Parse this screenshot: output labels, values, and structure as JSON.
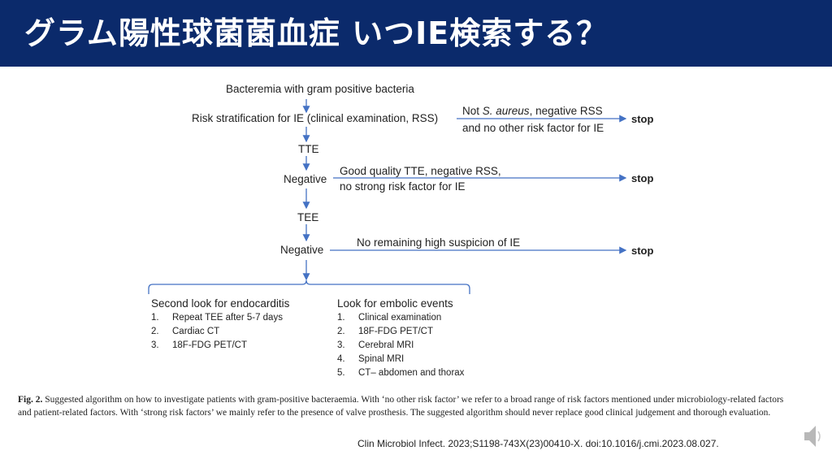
{
  "title": "グラム陽性球菌菌血症 いつIE検索する？",
  "flow": {
    "n1": "Bacteremia with gram positive bacteria",
    "n2": "Risk stratification for IE (clinical examination, RSS)",
    "n3": "TTE",
    "n4": "Negative",
    "n5": "TEE",
    "n6": "Negative",
    "branch1": {
      "line1_pre": "Not ",
      "line1_em": "S. aureus",
      "line1_post": ", negative RSS",
      "line2": "and no other risk factor for IE",
      "stop": "stop"
    },
    "branch2": {
      "line1": "Good quality TTE, negative RSS,",
      "line2": "no strong risk factor for IE",
      "stop": "stop"
    },
    "branch3": {
      "line1": "No remaining high suspicion of IE",
      "stop": "stop"
    },
    "left_title": "Second look for endocarditis",
    "left_items": [
      {
        "num": "1.",
        "text": "Repeat TEE after 5-7 days"
      },
      {
        "num": "2.",
        "text": "Cardiac CT"
      },
      {
        "num": "3.",
        "text": "18F-FDG PET/CT"
      }
    ],
    "right_title": "Look for embolic events",
    "right_items": [
      {
        "num": "1.",
        "text": "Clinical examination"
      },
      {
        "num": "2.",
        "text": "18F-FDG PET/CT"
      },
      {
        "num": "3.",
        "text": "Cerebral MRI"
      },
      {
        "num": "4.",
        "text": "Spinal MRI"
      },
      {
        "num": "5.",
        "text": "CT– abdomen and thorax"
      }
    ]
  },
  "caption": {
    "label": "Fig. 2.",
    "text": "Suggested algorithm on how to investigate patients with gram-positive bacteraemia. With ‘no other risk factor’ we refer to a broad range of risk factors mentioned under microbiology-related factors and patient-related factors. With ‘strong risk factors’ we mainly refer to the presence of valve prosthesis. The suggested algorithm should never replace good clinical judgement and thorough evaluation."
  },
  "citation": "Clin Microbiol Infect. 2023;S1198-743X(23)00410-X. doi:10.1016/j.cmi.2023.08.027.",
  "colors": {
    "header_bg": "#0b2a6b",
    "arrow": "#4472c4"
  },
  "icons": {
    "audio": "speaker-icon"
  }
}
